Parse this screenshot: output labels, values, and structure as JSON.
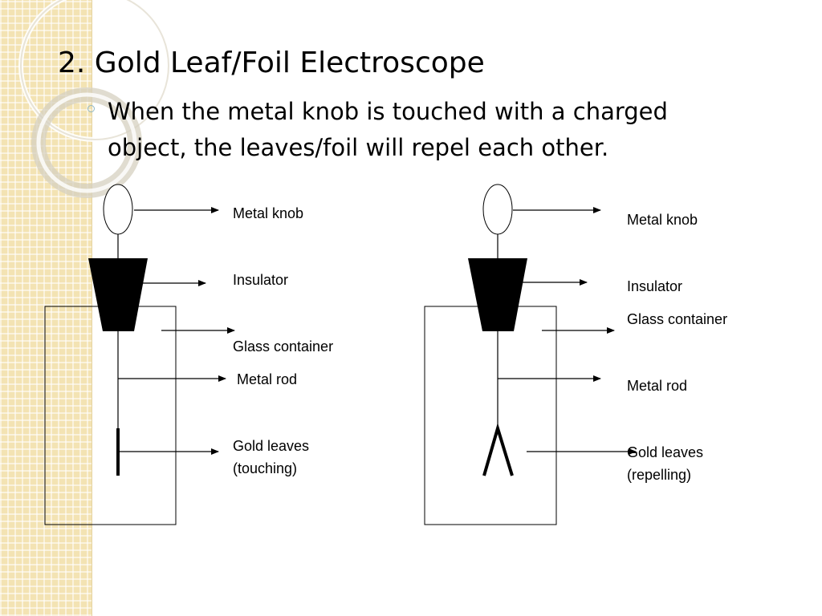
{
  "slide": {
    "title": "2. Gold Leaf/Foil Electroscope",
    "bullet": "When the metal knob is touched with a charged object, the leaves/foil will repel each other."
  },
  "left_diagram": {
    "labels": {
      "metal_knob": "Metal knob",
      "insulator": "Insulator",
      "glass_container": "Glass container",
      "metal_rod": " Metal rod",
      "gold_leaves": "Gold leaves\n(touching)"
    }
  },
  "right_diagram": {
    "labels": {
      "metal_knob": "Metal knob",
      "insulator": "Insulator",
      "glass_container": "Glass container",
      "metal_rod": "Metal rod",
      "gold_leaves": "Gold leaves\n(repelling)"
    }
  },
  "colors": {
    "sidebar": "#f3e3b3",
    "bullet_marker": "#8fb7c4"
  }
}
